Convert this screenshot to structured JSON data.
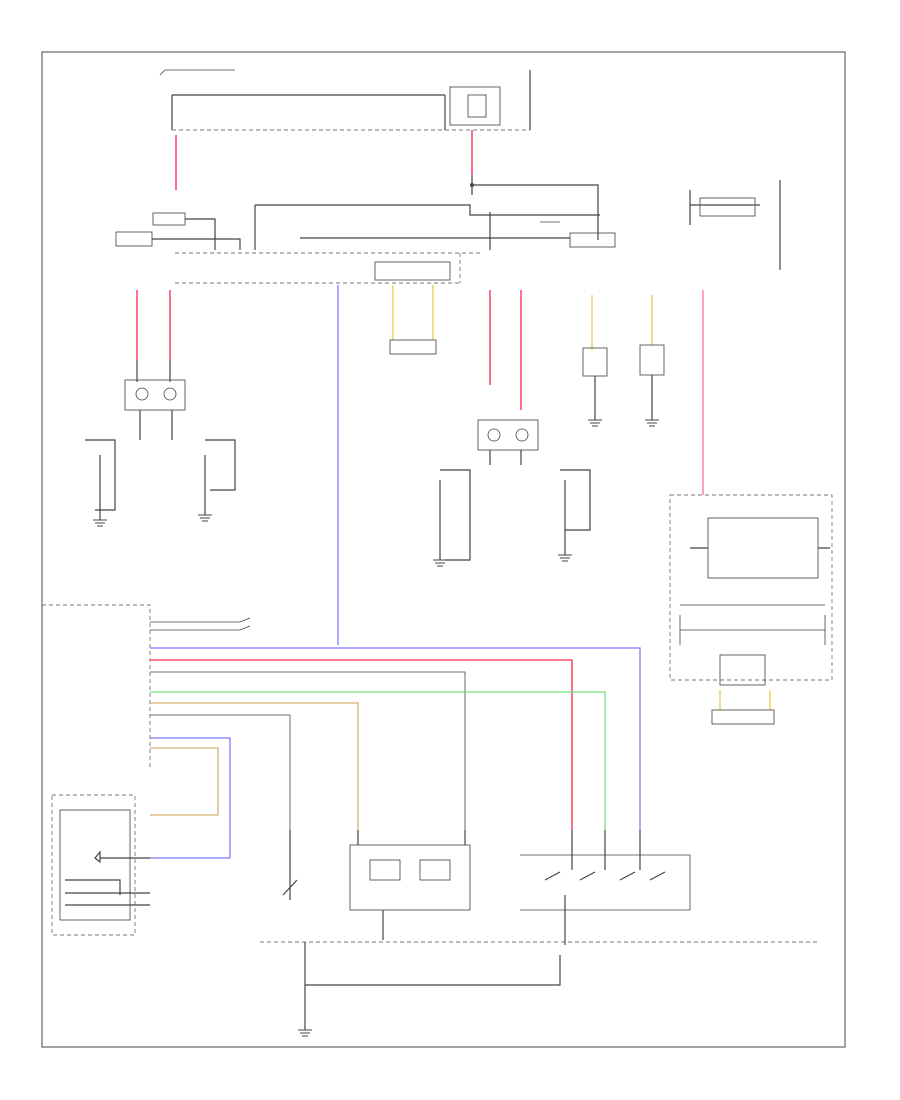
{
  "diagram": {
    "footer_code": "",
    "module_left_title": "",
    "auto_light_sensor_label": "",
    "auto_light_sensor_sub": "",
    "ground_label": "",
    "ground_sub": "",
    "headlamp_switch_label": "",
    "legend_left_rows": []
  },
  "colors": {
    "border": "#555555",
    "wire": "#444444",
    "red_wire": "#ff4d6d",
    "pink_wire": "#ff8aa0",
    "blue_wire": "#7b7bff",
    "green_wire": "#7be07b",
    "tan_wire": "#d4b070",
    "yellow_wire": "#f2d36b"
  },
  "icons": [
    "ground-symbol",
    "lamp-symbol",
    "switch-symbol",
    "connector-symbol"
  ]
}
